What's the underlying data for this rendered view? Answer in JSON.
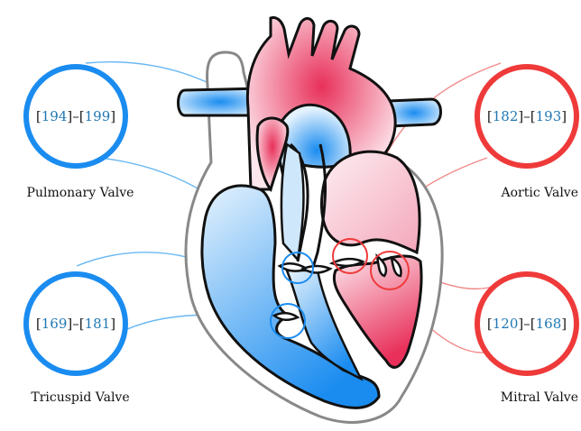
{
  "colors": {
    "blue": "#1a8cf0",
    "red": "#ef3a3a",
    "citation": "#1f77b4"
  },
  "valves": {
    "pulmonary": {
      "label": "Pulmonary Valve",
      "ref_start": "194",
      "ref_end": "199"
    },
    "aortic": {
      "label": "Aortic Valve",
      "ref_start": "182",
      "ref_end": "193"
    },
    "tricuspid": {
      "label": "Tricuspid Valve",
      "ref_start": "169",
      "ref_end": "181"
    },
    "mitral": {
      "label": "Mitral Valve",
      "ref_start": "120",
      "ref_end": "168"
    }
  },
  "dash": "–"
}
